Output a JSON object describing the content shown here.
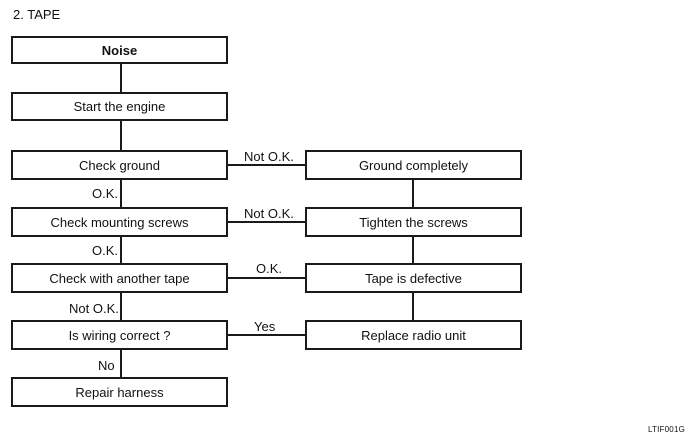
{
  "section_title": "2. TAPE",
  "figure_code": "LTIF001G",
  "nodes": {
    "noise": "Noise",
    "start_engine": "Start the engine",
    "check_ground": "Check ground",
    "check_mounting": "Check mounting screws",
    "check_tape": "Check with another tape",
    "wiring": "Is wiring correct ?",
    "repair_harness": "Repair harness",
    "ground_completely": "Ground completely",
    "tighten_screws": "Tighten the screws",
    "tape_defective": "Tape is defective",
    "replace_radio": "Replace radio unit"
  },
  "edge_labels": {
    "ground_not_ok": "Not O.K.",
    "ground_ok": "O.K.",
    "mounting_not_ok": "Not O.K.",
    "mounting_ok": "O.K.",
    "tape_ok": "O.K.",
    "tape_not_ok": "Not O.K.",
    "wiring_yes": "Yes",
    "wiring_no": "No"
  },
  "colors": {
    "line": "#1a1a1a",
    "background": "#ffffff",
    "text": "#111111"
  }
}
